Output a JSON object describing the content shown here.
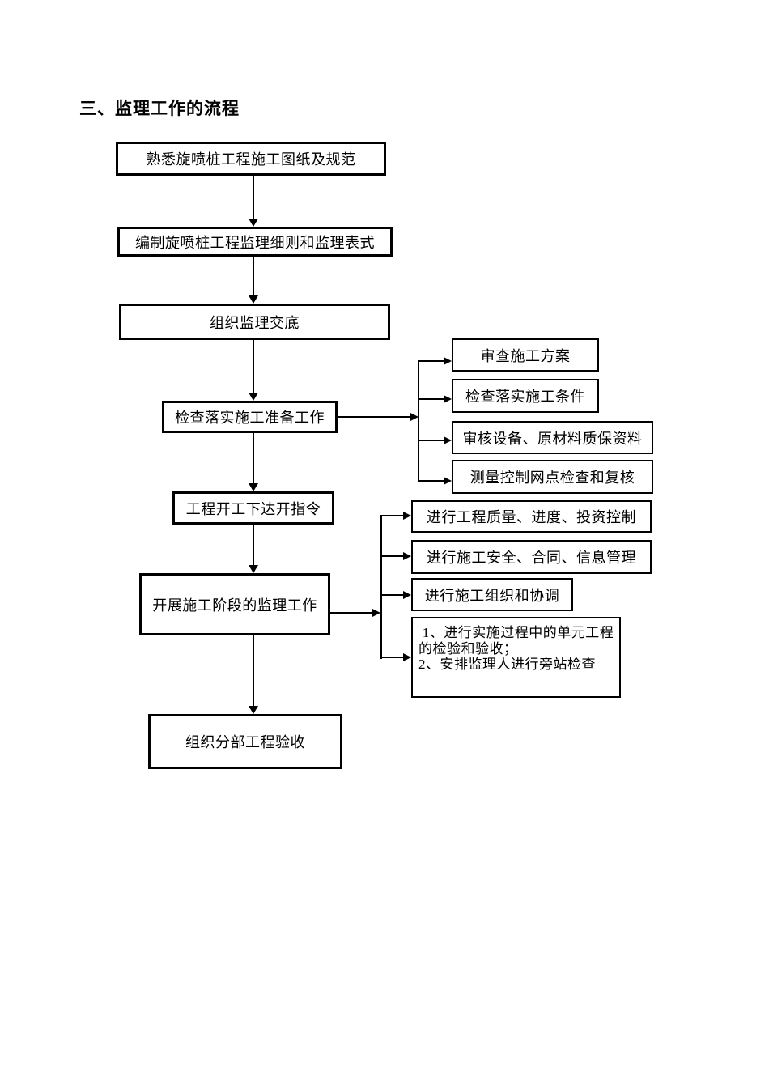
{
  "title": "三、监理工作的流程",
  "flowchart": {
    "main": [
      {
        "label": "熟悉旋喷桩工程施工图纸及规范"
      },
      {
        "label": "编制旋喷桩工程监理细则和监理表式"
      },
      {
        "label": "组织监理交底"
      },
      {
        "label": "检查落实施工准备工作"
      },
      {
        "label": "工程开工下达开指令"
      },
      {
        "label": "开展施工阶段的监理工作"
      },
      {
        "label": "组织分部工程验收"
      }
    ],
    "prep_branches": [
      {
        "label": "审查施工方案"
      },
      {
        "label": "检查落实施工条件"
      },
      {
        "label": "审核设备、原材料质保资料"
      },
      {
        "label": "测量控制网点检查和复核"
      }
    ],
    "construction_branches": [
      {
        "label": "进行工程质量、进度、投资控制"
      },
      {
        "label": "进行施工安全、合同、信息管理"
      },
      {
        "label": "进行施工组织和协调"
      },
      {
        "label": " 1、进行实施过程中的单元工程\n的检验和验收；\n2、安排监理人进行旁站检查"
      }
    ]
  }
}
